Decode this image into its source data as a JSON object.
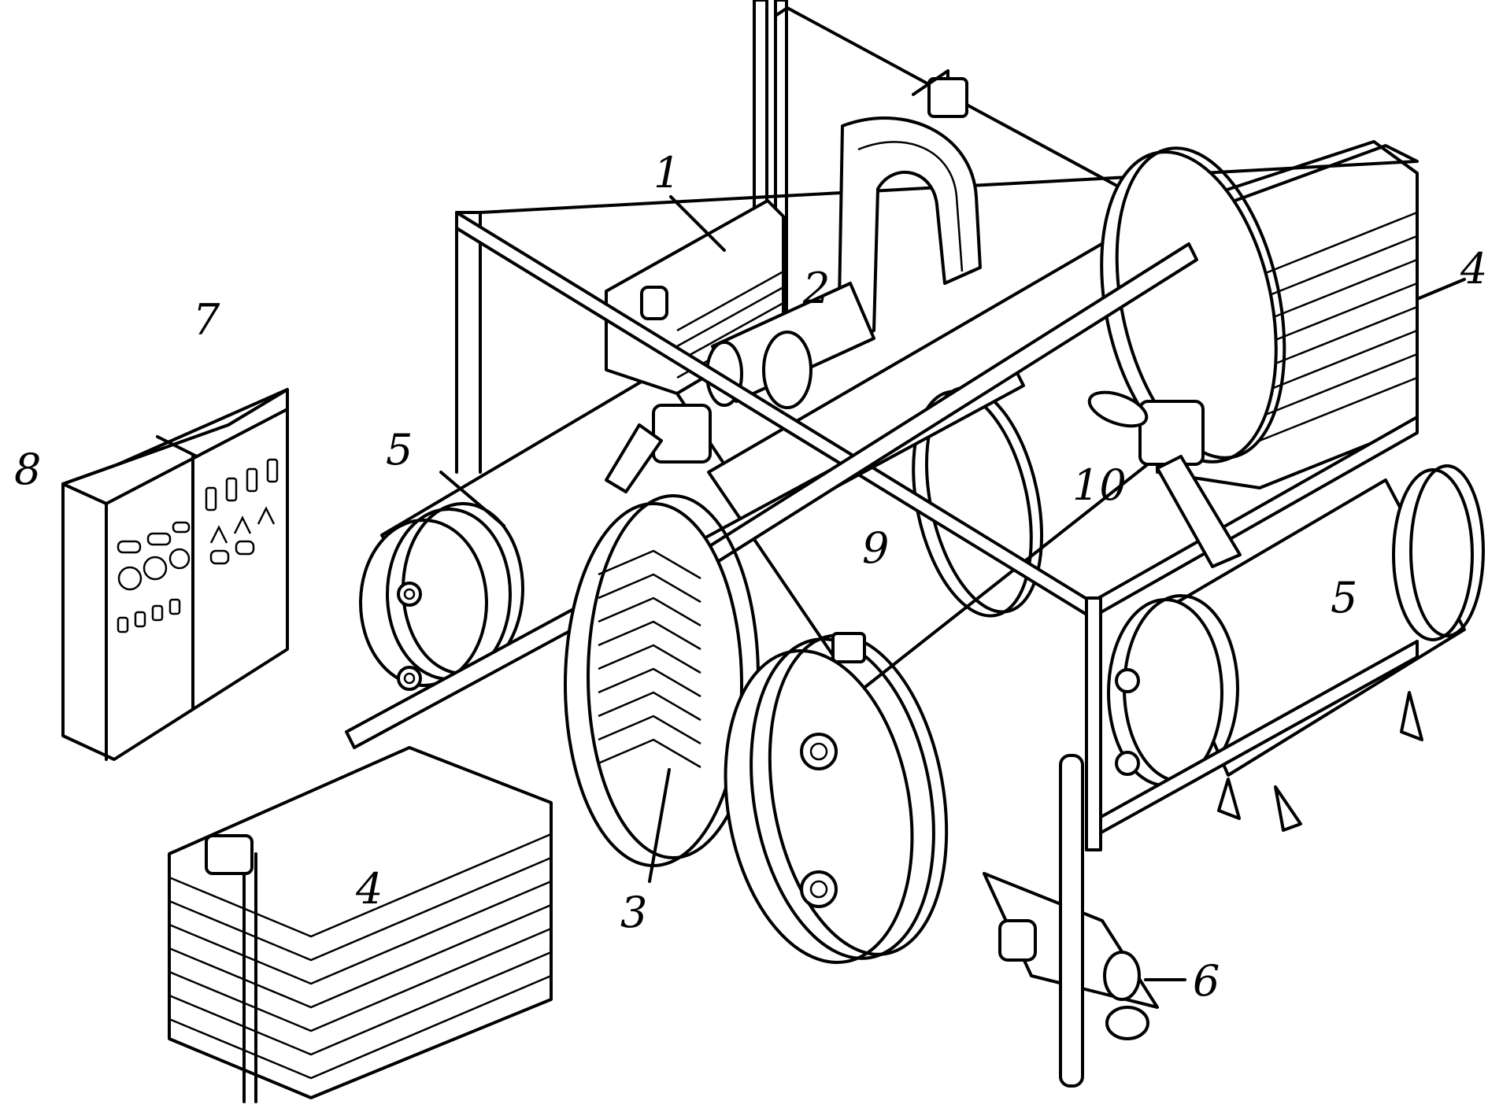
{
  "labels": {
    "l1": "1",
    "l2": "2",
    "l3": "3",
    "l4a": "4",
    "l4b": "4",
    "l5a": "5",
    "l5b": "5",
    "l6": "6",
    "l7": "7",
    "l8": "8",
    "l9": "9",
    "l10": "10"
  }
}
